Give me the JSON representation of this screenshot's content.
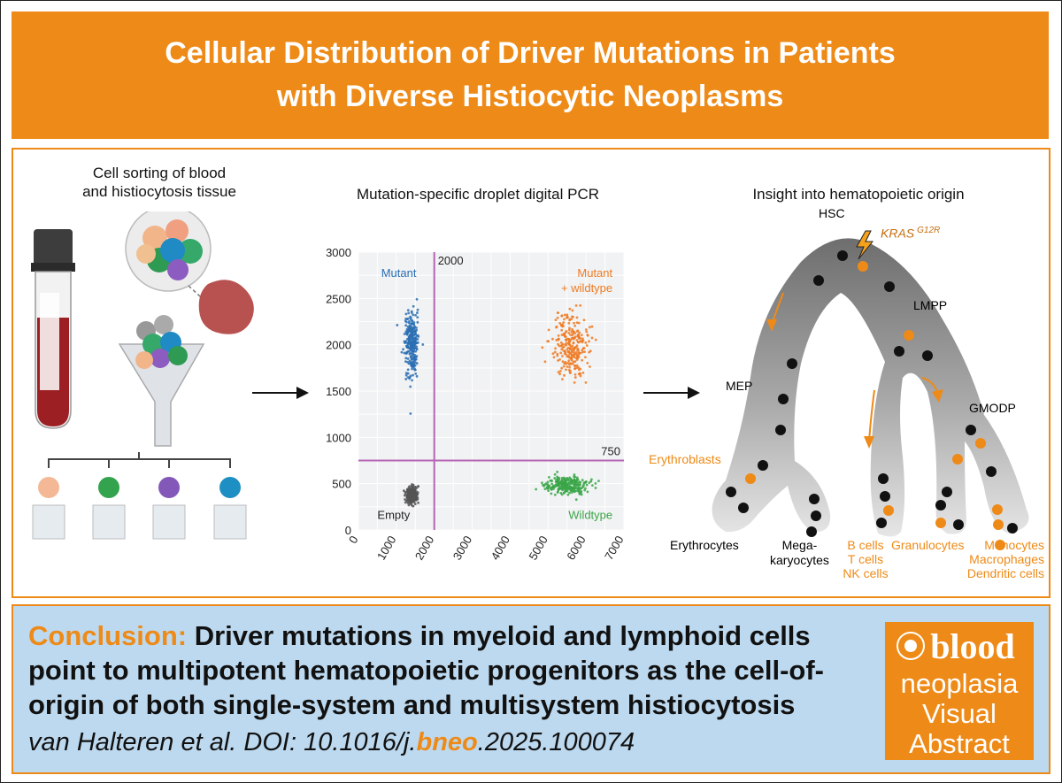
{
  "banner": {
    "title_line1": "Cellular Distribution of Driver Mutations in Patients",
    "title_line2": "with Diverse Histiocytic Neoplasms"
  },
  "panel1": {
    "label_line1": "Cell sorting of blood",
    "label_line2": "and histiocytosis tissue"
  },
  "panel2": {
    "label": "Mutation-specific droplet digital PCR"
  },
  "panel3": {
    "label": "Insight into hematopoietic origin",
    "hsc": "HSC",
    "mutation": "KRAS",
    "mutation_sup": "G12R",
    "lmpp": "LMPP",
    "mep": "MEP",
    "gmodp": "GMODP",
    "erythroblasts": "Erythroblasts",
    "erythrocytes": "Erythrocytes",
    "megakaryocytes_1": "Mega-",
    "megakaryocytes_2": "karyocytes",
    "b_cells": "B cells",
    "t_cells": "T cells",
    "nk_cells": "NK cells",
    "granulocytes": "Granulocytes",
    "monocytes": "Monocytes",
    "macrophages": "Macrophages",
    "dendritic": "Dendritic cells"
  },
  "chart_data": {
    "type": "scatter",
    "title": "Mutation-specific droplet digital PCR",
    "xlim": [
      0,
      7000
    ],
    "ylim": [
      0,
      3000
    ],
    "x_ticks": [
      "0",
      "1000",
      "2000",
      "3000",
      "4000",
      "5000",
      "6000",
      "7000"
    ],
    "y_ticks": [
      "0",
      "500",
      "1000",
      "1500",
      "2000",
      "2500",
      "3000"
    ],
    "thresholds": {
      "x": 2000,
      "y": 750,
      "x_label": "2000",
      "y_label": "750"
    },
    "grid": true,
    "clusters": [
      {
        "name": "Mutant",
        "label_line2": "",
        "color": "#2a6fb3",
        "x_center": 1400,
        "y_center": 2000,
        "x_spread": 90,
        "y_spread": 170
      },
      {
        "name": "Mutant",
        "label_line2": "+ wildtype",
        "color": "#ee7a22",
        "x_center": 5600,
        "y_center": 2000,
        "x_spread": 230,
        "y_spread": 170
      },
      {
        "name": "Empty",
        "label_line2": "",
        "color": "#555555",
        "x_center": 1400,
        "y_center": 380,
        "x_spread": 70,
        "y_spread": 45
      },
      {
        "name": "Wildtype",
        "label_line2": "",
        "color": "#3aa648",
        "x_center": 5500,
        "y_center": 480,
        "x_spread": 270,
        "y_spread": 45
      }
    ]
  },
  "conclusion": {
    "head": "Conclusion:",
    "text": "Driver mutations in myeloid and lymphoid cells point to multipotent hematopoietic progenitors as the cell-of-origin of both single-system and multisystem histiocytosis",
    "cite_pre": "van Halteren et al. DOI: 10.1016/j.",
    "cite_bold": "bneo",
    "cite_post": ".2025.100074"
  },
  "logo": {
    "blood": "blood",
    "line1": "neoplasia",
    "line2": "Visual",
    "line3": "Abstract"
  },
  "colors": {
    "orange": "#ee8a17",
    "conclusion_bg": "#bdd9ef",
    "threshold": "#b565b5"
  }
}
